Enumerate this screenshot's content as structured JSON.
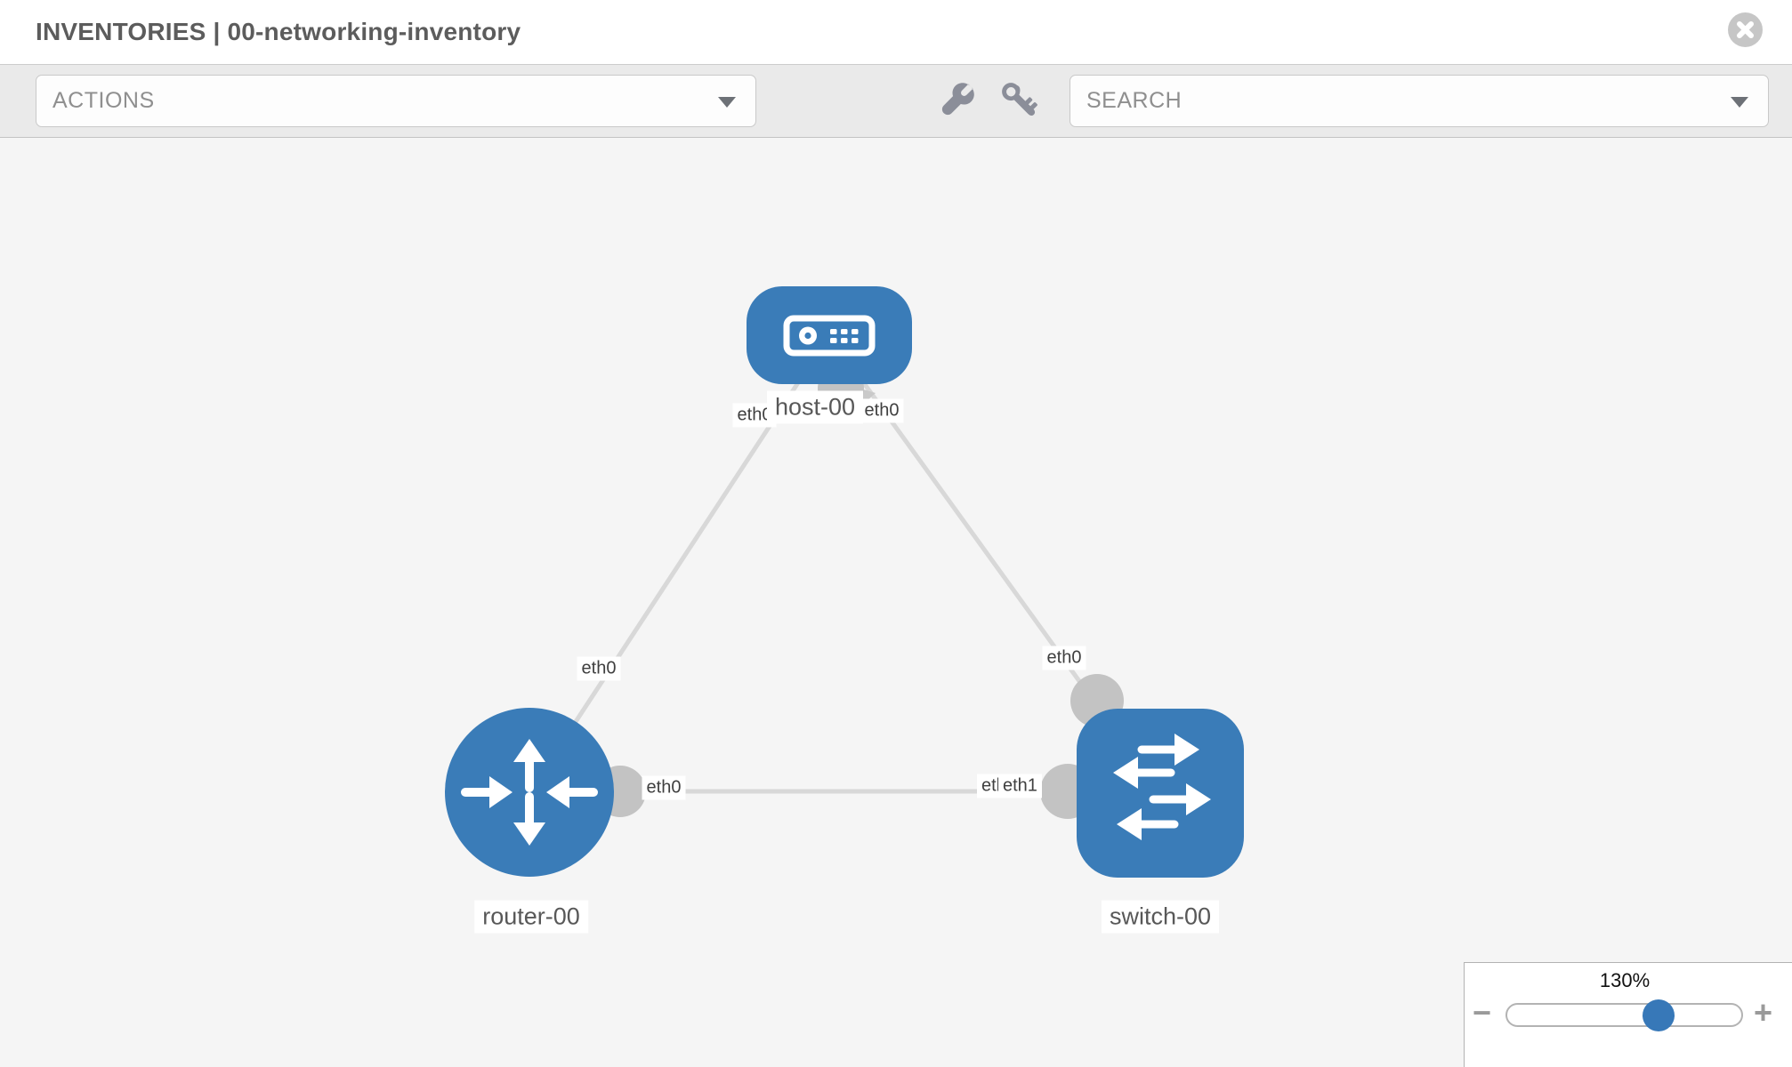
{
  "header": {
    "title": "INVENTORIES | 00-networking-inventory"
  },
  "toolbar": {
    "actions": {
      "label": "ACTIONS"
    },
    "search": {
      "placeholder": "SEARCH"
    },
    "icons": [
      "wrench-icon",
      "key-icon"
    ]
  },
  "topology": {
    "nodes": [
      {
        "id": "host-00",
        "type": "host",
        "label": "host-00"
      },
      {
        "id": "router-00",
        "type": "router",
        "label": "router-00"
      },
      {
        "id": "switch-00",
        "type": "switch",
        "label": "switch-00"
      }
    ],
    "links": [
      {
        "from": "host-00",
        "from_interface": "eth0",
        "to": "router-00",
        "to_interface": "eth0"
      },
      {
        "from": "host-00",
        "from_interface": "eth0",
        "to": "switch-00",
        "to_interface": "eth0"
      },
      {
        "from": "router-00",
        "from_interface": "eth0",
        "to": "switch-00",
        "to_interface": "eth1",
        "overlapped_label": "eth0"
      }
    ]
  },
  "zoom_control": {
    "level": "130%",
    "zoom_out": "−",
    "zoom_in": "+"
  },
  "colors": {
    "node_blue": "#3a7cb8",
    "edge_gray": "#d8d8d8",
    "port_gray": "#c3c3c3",
    "canvas_bg": "#f5f5f5",
    "toolbar_bg": "#eaeaea"
  }
}
